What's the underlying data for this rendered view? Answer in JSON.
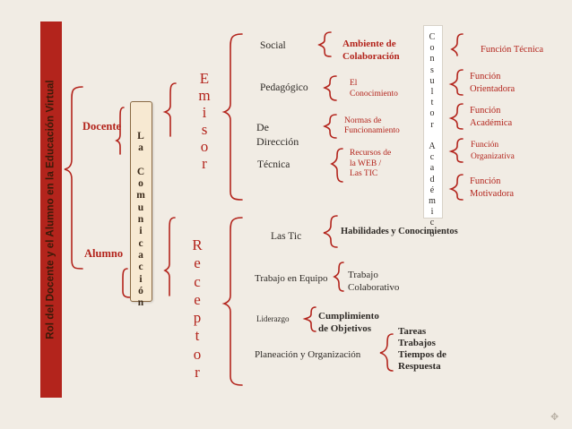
{
  "title": "Rol del Docente y el Alumno en la Educación Virtual",
  "docente": "Docente",
  "alumno": "Alumno",
  "la_comunicacion_letters": [
    "L",
    "a",
    "",
    "C",
    "o",
    "m",
    "u",
    "n",
    "i",
    "c",
    "a",
    "c",
    "i",
    "ó",
    "n"
  ],
  "emisor_letters": [
    "E",
    "m",
    "i",
    "s",
    "o",
    "r"
  ],
  "receptor_letters": [
    "R",
    "e",
    "c",
    "e",
    "p",
    "t",
    "o",
    "r"
  ],
  "consultor_letters": [
    "C",
    "o",
    "n",
    "s",
    "u",
    "l",
    "t",
    "o",
    "r",
    "",
    "A",
    "c",
    "a",
    "d",
    "é",
    "m",
    "i",
    "c",
    "o"
  ],
  "emisor_items": [
    {
      "label": "Social",
      "detail": [
        "Ambiente de",
        "Colaboración"
      ]
    },
    {
      "label": "Pedagógico",
      "detail": [
        "El",
        "Conocimiento"
      ]
    },
    {
      "label": [
        "De",
        "Dirección"
      ],
      "detail": [
        "Normas de",
        "Funcionamiento"
      ]
    },
    {
      "label": "Técnica",
      "detail": [
        "Recursos de",
        "la WEB /",
        "Las TIC"
      ]
    }
  ],
  "funciones": [
    [
      "Función Técnica"
    ],
    [
      "Función",
      "Orientadora"
    ],
    [
      "Función",
      "Académica"
    ],
    [
      "Función",
      "Organizativa"
    ],
    [
      "Función",
      "Motivadora"
    ]
  ],
  "receptor_items": [
    {
      "label": "Las Tic",
      "detail": [
        "Habilidades y Conocimientos"
      ]
    },
    {
      "label": "Trabajo en Equipo",
      "detail": [
        "Trabajo",
        "Colaborativo"
      ]
    },
    {
      "label": "Liderazgo",
      "detail": [
        "Cumplimiento",
        "de Objetivos"
      ]
    },
    {
      "label": "Planeación y Organización",
      "detail": [
        "Tareas",
        "Trabajos",
        "Tiempos de",
        "Respuesta"
      ]
    }
  ],
  "colors": {
    "background": "#f1ece4",
    "accent_red": "#b3241c",
    "text_dark": "#2e2a26",
    "bracket": "#b3241c"
  }
}
